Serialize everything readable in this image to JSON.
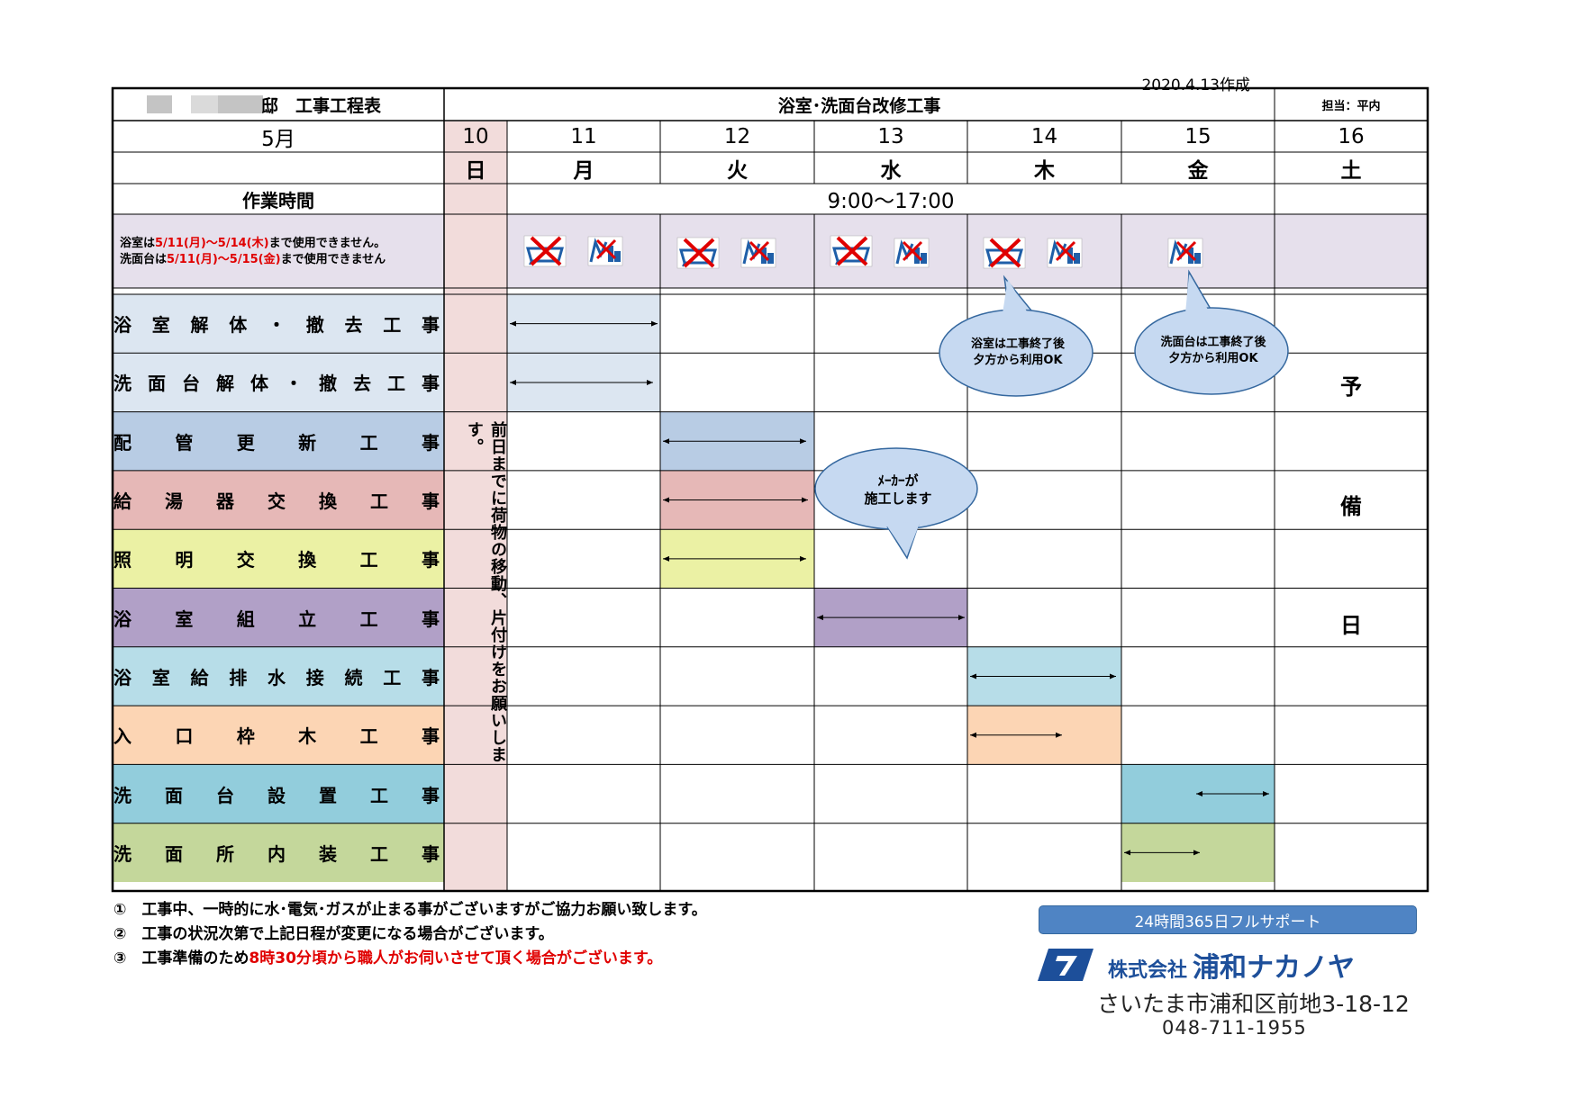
{
  "meta": {
    "created": "2020.4.13作成"
  },
  "header": {
    "title_suffix": "邸　工事工程表",
    "project": "浴室･洗面台改修工事",
    "person": "担当：平内",
    "month": "5月",
    "work_time_label": "作業時間",
    "work_time": "9:00〜17:00"
  },
  "days": [
    {
      "date": "10",
      "weekday": "日"
    },
    {
      "date": "11",
      "weekday": "月"
    },
    {
      "date": "12",
      "weekday": "火"
    },
    {
      "date": "13",
      "weekday": "水"
    },
    {
      "date": "14",
      "weekday": "木"
    },
    {
      "date": "15",
      "weekday": "金"
    },
    {
      "date": "16",
      "weekday": "土"
    }
  ],
  "availability": {
    "line1_prefix": "浴室は",
    "line1_red": "5/11(月)〜5/14(木)",
    "line1_suffix": "まで使用できません。",
    "line2_prefix": "洗面台は",
    "line2_red": "5/11(月)〜5/15(金)",
    "line2_suffix": "まで使用できません"
  },
  "tasks": [
    {
      "label": "浴室解体・撤去工事",
      "color": "#dce6f1"
    },
    {
      "label": "洗面台解体・撤去工事",
      "color": "#dce6f1"
    },
    {
      "label": "配管更新工事",
      "color": "#b8cce4"
    },
    {
      "label": "給湯器交換工事",
      "color": "#e6b8b7"
    },
    {
      "label": "照明交換工事",
      "color": "#ebf1a4"
    },
    {
      "label": "浴室組立工事",
      "color": "#b1a0c7"
    },
    {
      "label": "浴室給排水接続工事",
      "color": "#b7dde8"
    },
    {
      "label": "入口枠木工事",
      "color": "#fcd5b4"
    },
    {
      "label": "洗面台設置工事",
      "color": "#92cddc"
    },
    {
      "label": "洗面所内装工事",
      "color": "#c4d79b"
    }
  ],
  "sunday_note": "前日までに荷物の移動、片付けをお願いします。",
  "reserve_chars": [
    "予",
    "備",
    "日"
  ],
  "bubbles": {
    "bath": "浴室は工事終了後\n夕方から利用OK",
    "sink": "洗面台は工事終了後\n夕方から利用OK",
    "maker": "ﾒｰｶｰが\n施工します"
  },
  "notes": [
    {
      "mark": "①",
      "text": "工事中、一時的に水･電気･ガスが止まる事がございますがご協力お願い致します。"
    },
    {
      "mark": "②",
      "text": "工事の状況次第で上記日程が変更になる場合がございます。"
    },
    {
      "mark": "③",
      "prefix": "工事準備のため",
      "red": "8時30分頃から職人がお伺いさせて頂く場合がございます。"
    }
  ],
  "company": {
    "support": "24時間365日フルサポート",
    "kabushiki": "株式会社",
    "name": "浦和ナカノヤ",
    "address": "さいたま市浦和区前地3-18-12",
    "phone": "048-711-1955"
  },
  "icons": [
    "no-bath-icon",
    "no-sink-icon"
  ]
}
